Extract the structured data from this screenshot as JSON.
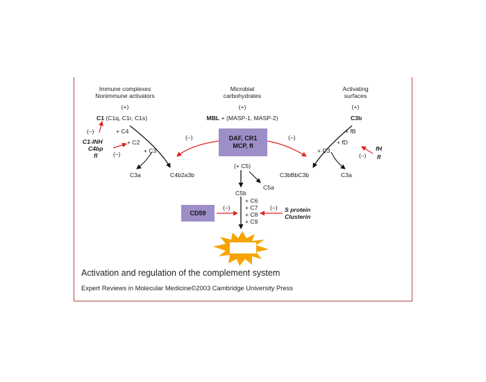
{
  "col_left": {
    "line1": "Immune complexes",
    "line2": "Nonimmune activators",
    "plus": "(+)",
    "c1_bold": "C1",
    "c1_rest": "(C1q, C1r, C1s)",
    "minus_upper": "(–)",
    "plus_c4": "+ C4",
    "inhib_1": "C1-INH",
    "inhib_2": "C4bp",
    "inhib_3": "fI",
    "plus_c2": "+ C2",
    "minus_lower": "(–)",
    "plus_c3": "+ C3",
    "c3a": "C3a",
    "c4b2a3b": "C4b2a3b"
  },
  "col_center": {
    "line1": "Microbial",
    "line2": "carbohydrates",
    "plus": "(+)",
    "mbl_bold": "MBL",
    "mbl_rest": "+ (MASP-1, MASP-2)",
    "box_line1": "DAF, CR1",
    "box_line2": "MCP, fI",
    "minus_left": "(–)",
    "minus_right": "(–)",
    "plus_c5": "(+ C5)",
    "c5a": "C5a",
    "c5b": "C5b",
    "plus_c6": "+ C6",
    "plus_c7": "+ C7",
    "plus_c8": "+ C8",
    "plus_c9": "+ C9",
    "cd59": "CD59",
    "minus_cd59": "(–)",
    "minus_sprotein": "(–)",
    "sprotein": "S protein",
    "clusterin": "Clusterin"
  },
  "col_right": {
    "line1": "Activating",
    "line2": "surfaces",
    "plus": "(+)",
    "c3b": "C3b",
    "plus_fb": "+ fB",
    "plus_fd": "+ fD",
    "plus_c3": "+ C3",
    "fh": "fH",
    "minus": "(–)",
    "fi": "fI",
    "c3bbbc3b": "C3bBbC3b",
    "c3a": "C3a"
  },
  "caption": {
    "title": "Activation and regulation of the complement system",
    "credit": "Expert Reviews in Molecular Medicine©2003 Cambridge University Press"
  },
  "colors": {
    "box_fill": "#9d8ec7",
    "inhibitor_arrow": "#e0221c",
    "starburst_fill": "#f7a300",
    "border": "#b54a4a"
  }
}
